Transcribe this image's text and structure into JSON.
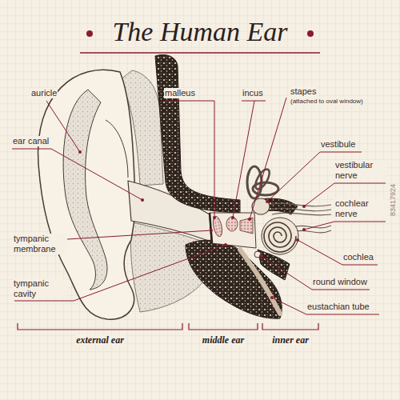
{
  "diagram": {
    "title": "The Human Ear",
    "labels": [
      "auricle",
      "malleus",
      "incus",
      "stapes",
      "(attached to oval window)",
      "ear canal",
      "vestibule",
      "vestibular nerve",
      "cochlear nerve",
      "tympanic membrane",
      "cochlea",
      "round window",
      "tympanic cavity",
      "eustachian tube",
      "external ear",
      "middle ear",
      "inner ear",
      "83417924"
    ]
  }
}
